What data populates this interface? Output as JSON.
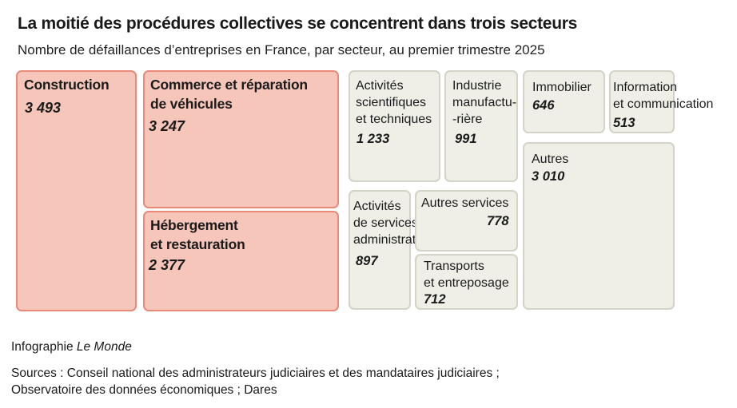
{
  "title": "La moitié des procédures collectives se concentrent dans trois secteurs",
  "subtitle": "Nombre de défaillances d’entreprises en France, par secteur, au premier trimestre 2025",
  "credit": {
    "prefix": "Infographie ",
    "brand": "Le Monde"
  },
  "sources": "Sources : Conseil national des administrateurs judiciaires et des mandataires judiciaires ;\nObservatoire des données économiques ; Dares",
  "colors": {
    "highlight_fill": "#f6c6ba",
    "highlight_border": "#e8897a",
    "other_fill": "#efefe7",
    "other_border": "#d3d3c8"
  },
  "chart_data": {
    "type": "treemap",
    "title": "La moitié des procédures collectives se concentrent dans trois secteurs",
    "subtitle": "Nombre de défaillances d’entreprises en France, par secteur, au premier trimestre 2025",
    "items": [
      {
        "label": "Construction",
        "value": 3493,
        "value_label": "3 493",
        "highlight": true
      },
      {
        "label": "Commerce et réparation\nde véhicules",
        "value": 3247,
        "value_label": "3 247",
        "highlight": true
      },
      {
        "label": "Hébergement\net restauration",
        "value": 2377,
        "value_label": "2 377",
        "highlight": true
      },
      {
        "label": "Activités\nscientifiques\net techniques",
        "value": 1233,
        "value_label": "1 233",
        "highlight": false
      },
      {
        "label": "Industrie\nmanufactu-\n-rière",
        "value": 991,
        "value_label": "991",
        "highlight": false
      },
      {
        "label": "Immobilier",
        "value": 646,
        "value_label": "646",
        "highlight": false
      },
      {
        "label": "Information\net communication",
        "value": 513,
        "value_label": "513",
        "highlight": false
      },
      {
        "label": "Autres",
        "value": 3010,
        "value_label": "3 010",
        "highlight": false
      },
      {
        "label": "Activités\nde services\nadministratifs",
        "value": 897,
        "value_label": "897",
        "highlight": false
      },
      {
        "label": "Autres services",
        "value": 778,
        "value_label": "778",
        "highlight": false
      },
      {
        "label": "Transports\net entreposage",
        "value": 712,
        "value_label": "712",
        "highlight": false
      }
    ]
  }
}
